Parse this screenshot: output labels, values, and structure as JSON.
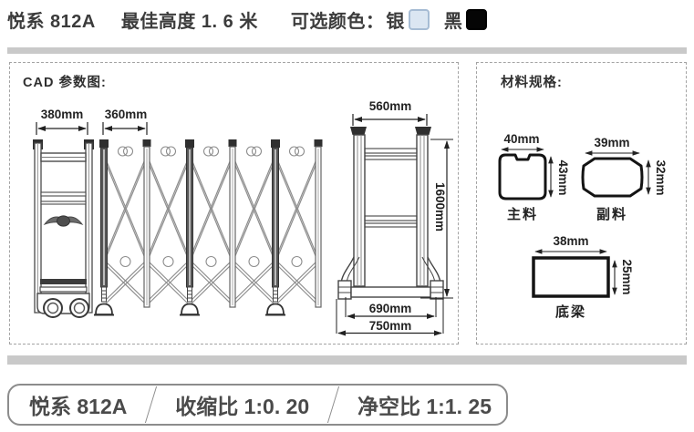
{
  "header": {
    "model": "悦系 812A",
    "best_height": "最佳高度 1. 6 米",
    "color_label": "可选颜色：",
    "colors": [
      {
        "name": "银",
        "hex": "#dbe6f2"
      },
      {
        "name": "黑",
        "hex": "#050505"
      }
    ]
  },
  "cad": {
    "title": "CAD 参数图:",
    "dims": {
      "head_width": "380mm",
      "panel_pitch": "360mm",
      "gate_width": "560mm",
      "gate_height": "1600mm",
      "base_width": "690mm",
      "base_full_width": "750mm"
    }
  },
  "materials": {
    "title": "材料规格:",
    "items": [
      {
        "name": "主料",
        "width": "40mm",
        "height": "43mm"
      },
      {
        "name": "副料",
        "width": "39mm",
        "height": "32mm"
      },
      {
        "name": "底梁",
        "width": "38mm",
        "height": "25mm"
      }
    ]
  },
  "footer": {
    "model": "悦系 812A",
    "shrink_ratio": "收缩比 1:0. 20",
    "clearance_ratio": "净空比 1:1. 25"
  }
}
